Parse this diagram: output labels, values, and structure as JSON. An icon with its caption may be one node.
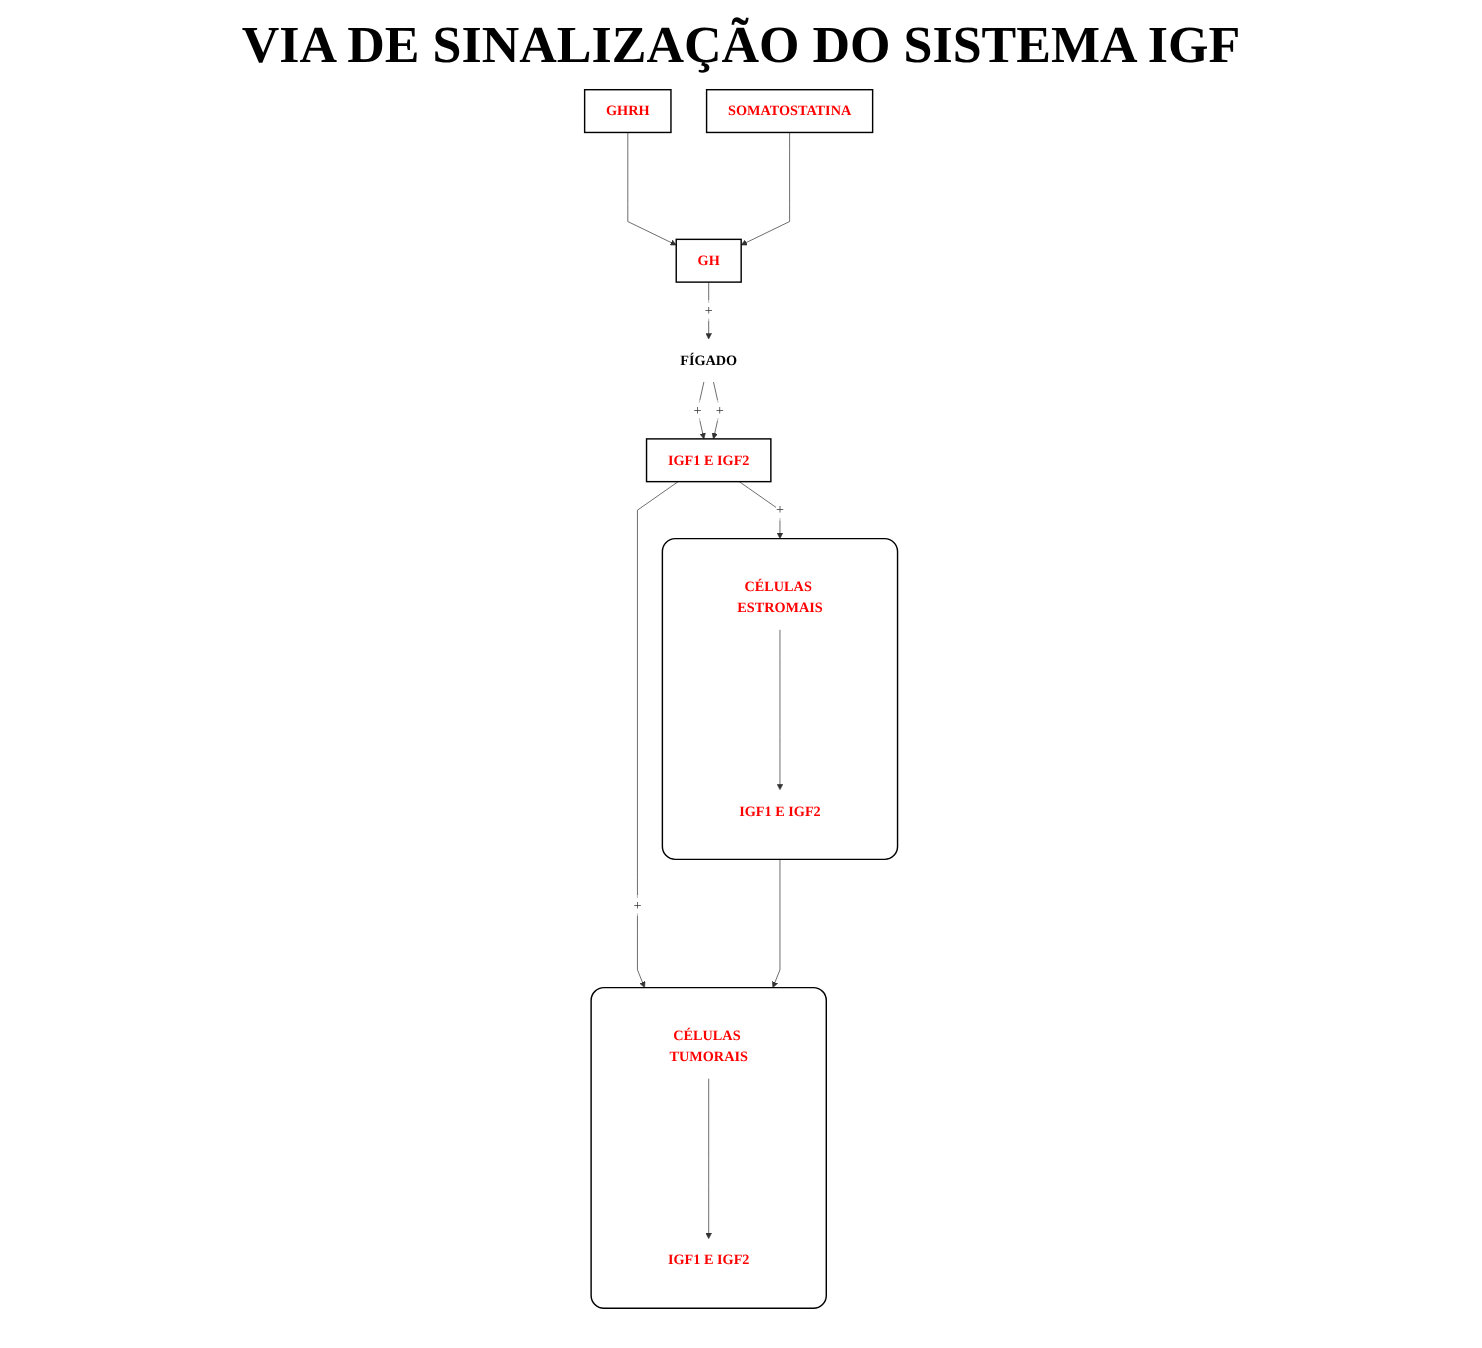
{
  "diagram": {
    "title": "VIA DE SINALIZAÇÃO DO SISTEMA IGF",
    "nodes": [
      {
        "text": [
          "GHRH"
        ]
      },
      {
        "text": [
          "SOMATOSTATINA"
        ]
      },
      {
        "text": [
          "GH"
        ]
      },
      {
        "text": [
          "FÍGADO"
        ]
      },
      {
        "text": [
          "IGF1 E IGF2"
        ]
      },
      {
        "text": [],
        "shape": "box"
      },
      {
        "text": [
          "CÉLULAS ESTROMAIS"
        ],
        "in": 5
      },
      {
        "text": [
          "IGF1 E IGF2"
        ],
        "in": 5
      },
      {
        "text": [],
        "shape": "box"
      },
      {
        "text": [
          "CÉLULAS TUMORAIS"
        ],
        "in": 8
      },
      {
        "text": [
          "IGF1 E IGF2"
        ],
        "in": 8
      }
    ],
    "edges": [
      {
        "from": 0,
        "to": 2,
        "arrow": "to"
      },
      {
        "from": 1,
        "to": 2,
        "arrow": "to"
      },
      {
        "from": 2,
        "to": 3,
        "arrow": "to",
        "label": "+"
      },
      {
        "from": 3,
        "to": 4,
        "arrow": "to",
        "label": "+"
      },
      {
        "from": 3,
        "to": 4,
        "arrow": "to",
        "label": "+"
      },
      {
        "from": 4,
        "to": 5,
        "arrow": "to",
        "label": "+"
      },
      {
        "from": 4,
        "to": 8,
        "arrow": "to",
        "label": "+"
      },
      {
        "from": 6,
        "to": 7,
        "arrow": "to"
      },
      {
        "from": 9,
        "to": 10,
        "arrow": "to"
      },
      {
        "from": 5,
        "to": 8,
        "arrow": "to"
      }
    ]
  }
}
